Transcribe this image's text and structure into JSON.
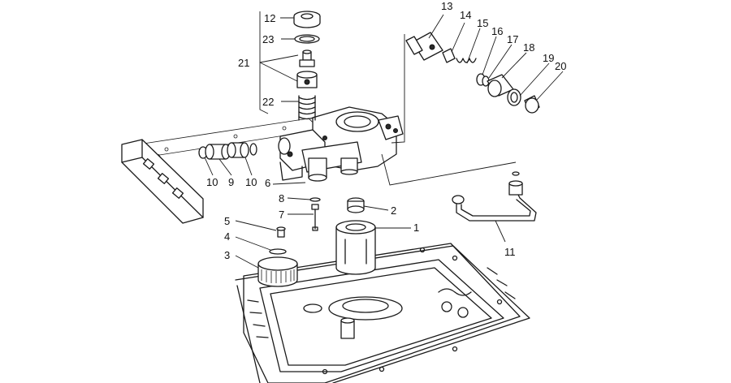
{
  "diagram": {
    "part_numbers": [
      "1",
      "2",
      "3",
      "4",
      "5",
      "6",
      "7",
      "8",
      "9",
      "10",
      "10",
      "11",
      "12",
      "13",
      "14",
      "15",
      "16",
      "17",
      "18",
      "19",
      "20",
      "21",
      "22",
      "23"
    ]
  }
}
